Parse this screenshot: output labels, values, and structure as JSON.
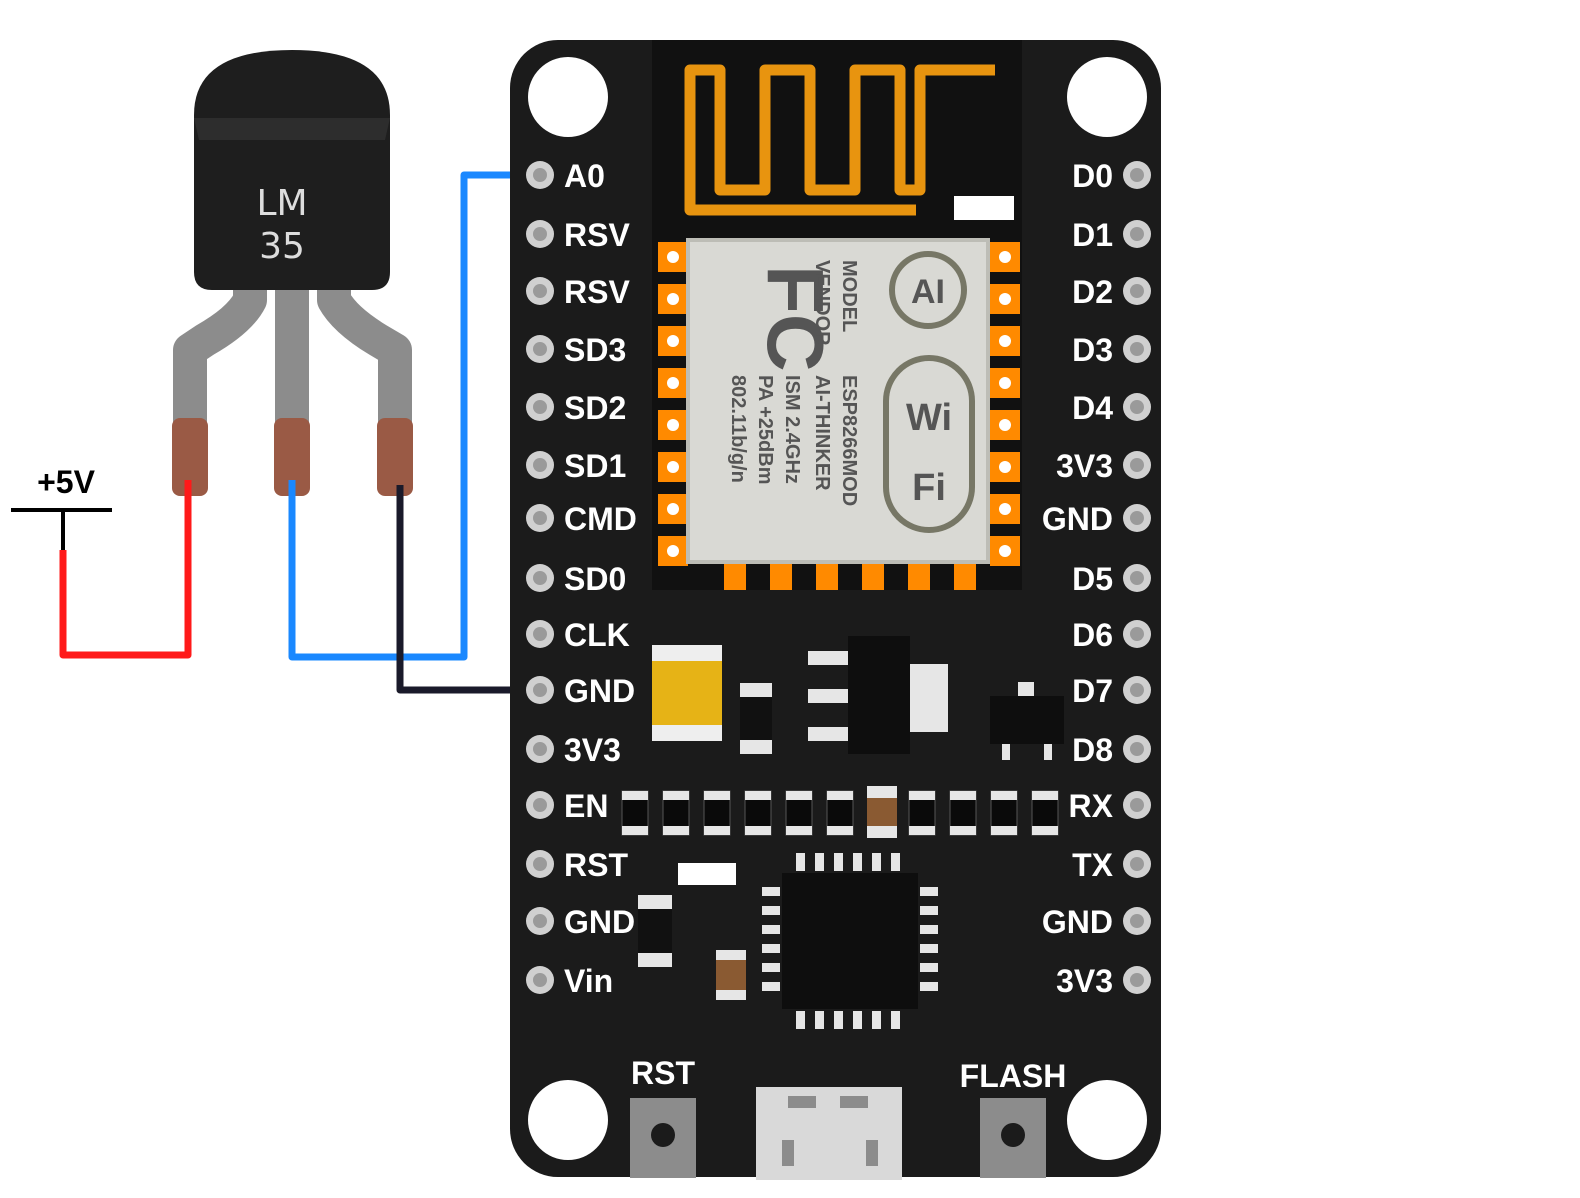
{
  "sensor": {
    "line1": "LM",
    "line2": "35"
  },
  "supply": {
    "label": "+5V"
  },
  "board": {
    "left_pins": [
      "A0",
      "RSV",
      "RSV",
      "SD3",
      "SD2",
      "SD1",
      "CMD",
      "SD0",
      "CLK",
      "GND",
      "3V3",
      "EN",
      "RST",
      "GND",
      "Vin"
    ],
    "right_pins": [
      "D0",
      "D1",
      "D2",
      "D3",
      "D4",
      "3V3",
      "GND",
      "D5",
      "D6",
      "D7",
      "D8",
      "RX",
      "TX",
      "GND",
      "3V3"
    ],
    "buttons": {
      "rst": "RST",
      "flash": "FLASH"
    }
  },
  "module": {
    "model_label": "MODEL",
    "vendor_label": "VENDOR",
    "model": "ESP8266MOD",
    "vendor": "AI-THINKER",
    "ism": "ISM 2.4GHz",
    "pa": "PA  +25dBm",
    "standard": "802.11b/g/n",
    "fc": "FC",
    "ai_logo": "AI",
    "wifi_logo_top": "Wi",
    "wifi_logo_bottom": "Fi"
  },
  "wires": {
    "vcc_color": "#ff1a1a",
    "signal_color": "#1a88ff",
    "gnd_color": "#1a1a2a"
  },
  "colors": {
    "board": "#1b1b1b",
    "antenna": "#e8940f",
    "pad": "#ff8a00",
    "lead_tip": "#9a5a45",
    "lead": "#8c8c8c"
  }
}
